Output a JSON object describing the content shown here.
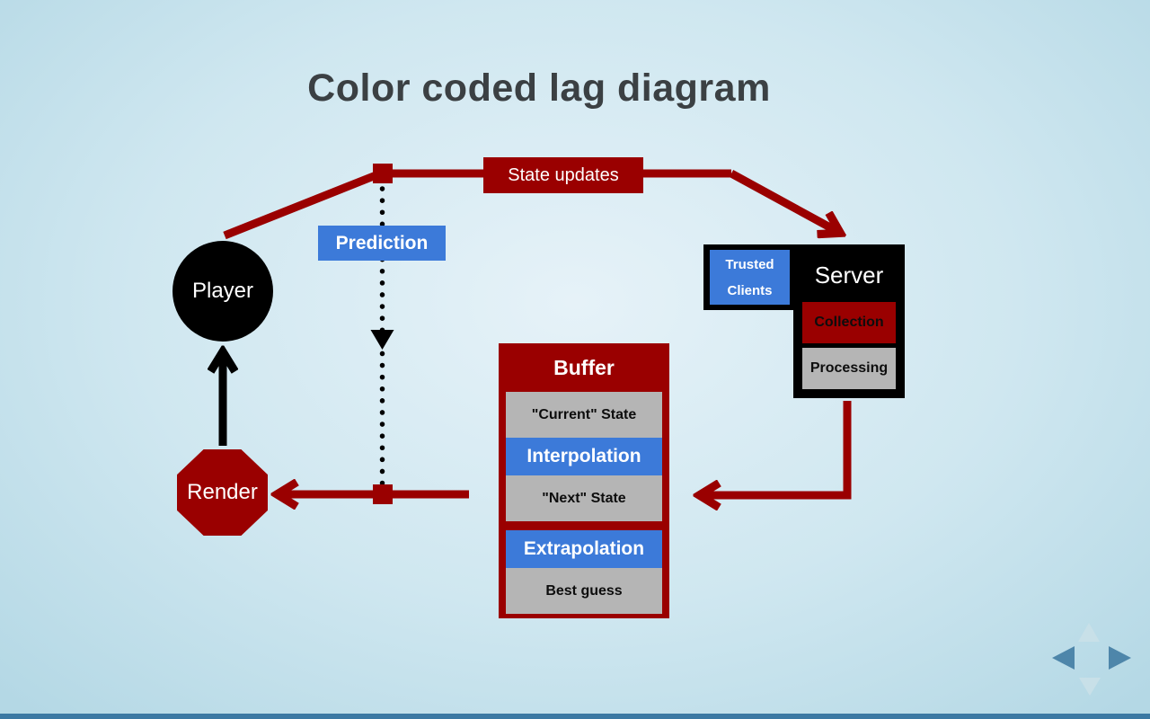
{
  "title": "Color coded lag diagram",
  "palette": {
    "dark_red": "#9a0000",
    "blue": "#3c7ad9",
    "gray": "#b5b5b5",
    "black": "#000000",
    "white": "#ffffff",
    "title_text": "#3b4043",
    "bg_center": "#e6f2f8",
    "bg_mid": "#cfe7f0",
    "bg_edge": "#b4d8e5",
    "bottom_bar": "#3c79a3",
    "nav_enabled": "#4e86aa",
    "nav_disabled": "#c8e0e8"
  },
  "nodes": {
    "player": {
      "label": "Player"
    },
    "render": {
      "label": "Render"
    },
    "state_updates": {
      "label": "State updates"
    },
    "prediction": {
      "label": "Prediction"
    },
    "buffer": {
      "title": "Buffer",
      "rows": [
        {
          "label": "\"Current\" State",
          "style": "gray"
        },
        {
          "label": "Interpolation",
          "style": "blue"
        },
        {
          "label": "\"Next\" State",
          "style": "gray"
        },
        {
          "label": "Extrapolation",
          "style": "blue"
        },
        {
          "label": "Best guess",
          "style": "gray"
        }
      ]
    },
    "server": {
      "label": "Server",
      "trusted_clients_label": "Trusted Clients",
      "collection_label": "Collection",
      "processing_label": "Processing"
    }
  },
  "edges": [
    {
      "from": "player",
      "to": "server",
      "label": "State updates",
      "color": "dark_red",
      "style": "solid-arrow"
    },
    {
      "from": "server",
      "to": "buffer",
      "label": "",
      "color": "dark_red",
      "style": "solid-arrow"
    },
    {
      "from": "buffer",
      "to": "render",
      "label": "",
      "color": "dark_red",
      "style": "solid-arrow"
    },
    {
      "from": "render",
      "to": "player",
      "label": "",
      "color": "black",
      "style": "solid-arrow"
    },
    {
      "from": "state-updates-line",
      "to": "render-line",
      "label": "Prediction",
      "color": "black",
      "style": "dotted-arrow"
    }
  ],
  "nav": {
    "up": "previous-vertical",
    "down": "next-vertical",
    "left": "previous-slide",
    "right": "next-slide"
  }
}
